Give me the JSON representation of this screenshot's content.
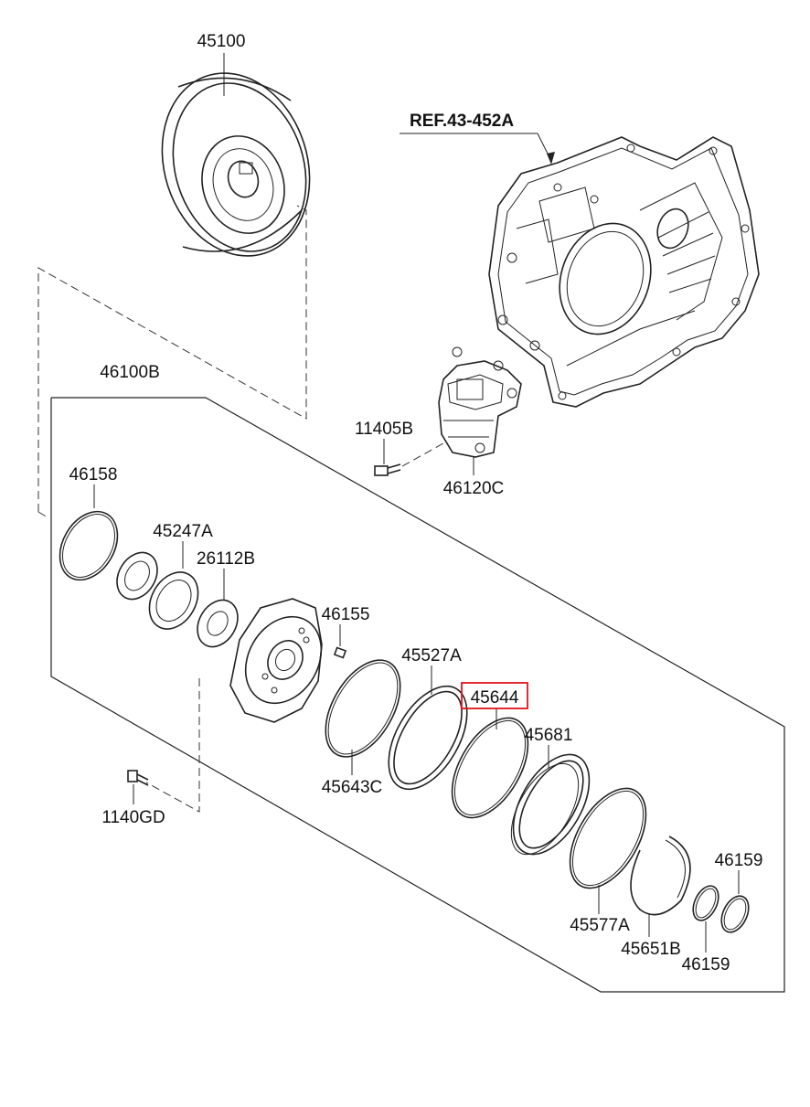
{
  "highlight_color": "#e0141b",
  "callouts": {
    "p45100": "45100",
    "ref": "REF.43-452A",
    "p46100B": "46100B",
    "p11405B": "11405B",
    "p46120C": "46120C",
    "p46158": "46158",
    "p45247A": "45247A",
    "p26112B": "26112B",
    "p46155": "46155",
    "p45527A": "45527A",
    "p45644": "45644",
    "p45681": "45681",
    "p45643C": "45643C",
    "p1140GD": "1140GD",
    "p46159_top": "46159",
    "p45577A": "45577A",
    "p45651B": "45651B",
    "p46159_bottom": "46159"
  }
}
